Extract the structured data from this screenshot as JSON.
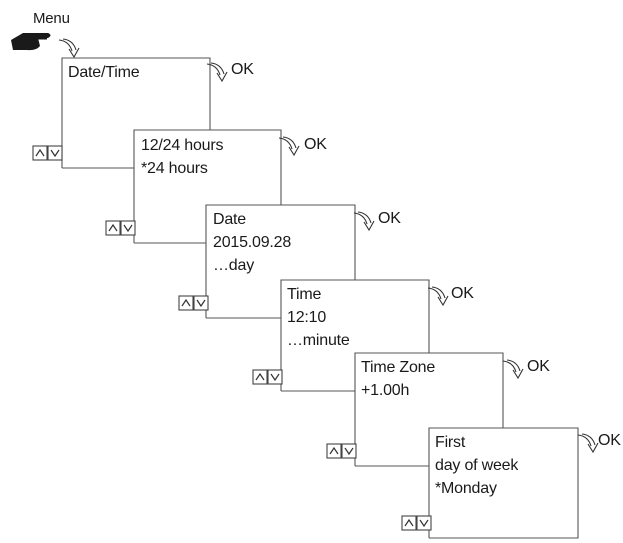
{
  "menu": {
    "title": "Menu",
    "pointer_icon": "hand-pointer-icon"
  },
  "confirm_label": "OK",
  "nav_icons": {
    "enter": "curved-arrow-icon",
    "up": "triangle-up-icon",
    "down": "triangle-down-icon"
  },
  "screens": [
    {
      "id": "date-time",
      "lines": [
        "Date/Time"
      ]
    },
    {
      "id": "hour-format",
      "lines": [
        "12/24 hours",
        "*24 hours"
      ]
    },
    {
      "id": "date",
      "lines": [
        "Date",
        "2015.09.28",
        "…day"
      ]
    },
    {
      "id": "time",
      "lines": [
        "Time",
        "12:10",
        "…minute"
      ]
    },
    {
      "id": "time-zone",
      "lines": [
        "Time Zone",
        "+1.00h"
      ]
    },
    {
      "id": "first-day",
      "lines": [
        "First",
        "day of week",
        "*Monday"
      ]
    }
  ]
}
